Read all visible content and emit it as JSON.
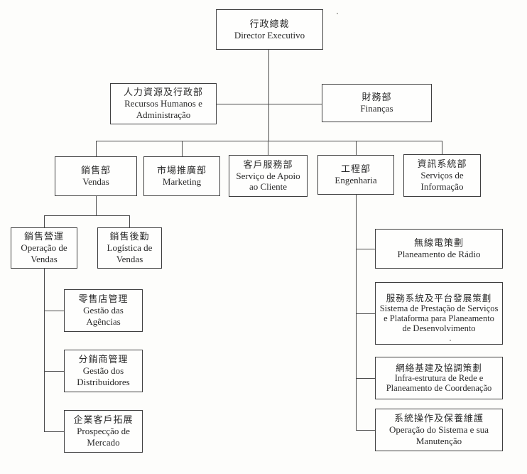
{
  "diagram": {
    "type": "org-chart",
    "line_color": "#4a4a4a",
    "border_color": "#3f3f3f",
    "background": "#fdfdfb",
    "nodes": {
      "ceo": {
        "zh": "行政總裁",
        "pt": "Director Executivo"
      },
      "hr": {
        "zh": "人力資源及行政部",
        "pt": "Recursos Humanos e Administração"
      },
      "finance": {
        "zh": "財務部",
        "pt": "Finanças"
      },
      "vendas": {
        "zh": "銷售部",
        "pt": "Vendas"
      },
      "marketing": {
        "zh": "市場推廣部",
        "pt": "Marketing"
      },
      "cliente": {
        "zh": "客戶服務部",
        "pt": "Serviço de Apoio ao Cliente"
      },
      "engenharia": {
        "zh": "工程部",
        "pt": "Engenharia"
      },
      "informacao": {
        "zh": "資訊系統部",
        "pt": "Serviços de Informação"
      },
      "operacao": {
        "zh": "銷售營運",
        "pt": "Operação de Vendas"
      },
      "logistica": {
        "zh": "銷售後勤",
        "pt": "Logística de Vendas"
      },
      "agencias": {
        "zh": "零售店管理",
        "pt": "Gestão das Agências"
      },
      "distribuidores": {
        "zh": "分銷商管理",
        "pt": "Gestão dos Distribuidores"
      },
      "prospeccao": {
        "zh": "企業客戶拓展",
        "pt": "Prospecção de Mercado"
      },
      "radio": {
        "zh": "無線電策劃",
        "pt": "Planeamento de Rádio"
      },
      "sistema": {
        "zh": "服務系統及平台發展策劃",
        "pt": "Sistema de Prestação de Serviços e Plataforma para Planeamento de Desenvolvimento"
      },
      "rede": {
        "zh": "網絡基建及協調策劃",
        "pt": "Infra-estrutura de Rede e Planeamento de Coordenação"
      },
      "manutencao": {
        "zh": "系統操作及保養維護",
        "pt": "Operação do Sistema e sua Manutenção"
      }
    }
  }
}
